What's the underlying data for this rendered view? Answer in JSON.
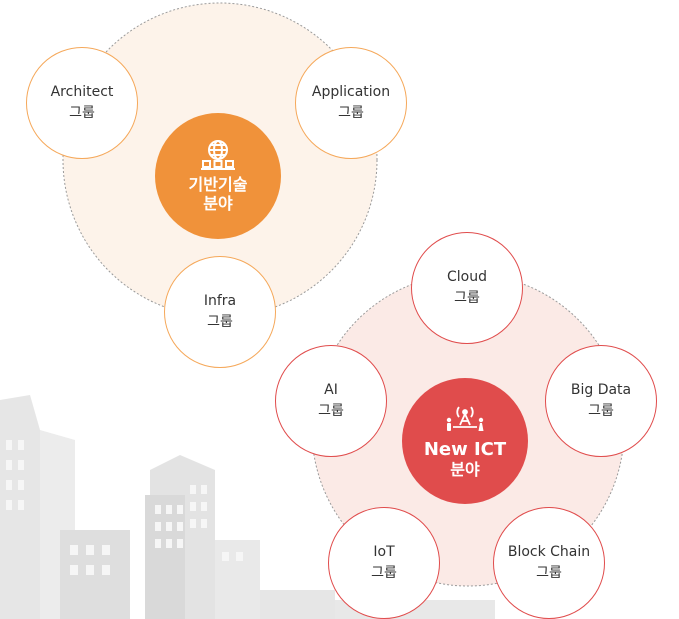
{
  "group_a": {
    "center": {
      "title_line1": "기반기술",
      "title_line2": "분야",
      "icon": "globe-network-icon"
    },
    "nodes": [
      {
        "name": "Architect",
        "suffix": "그룹"
      },
      {
        "name": "Application",
        "suffix": "그룹"
      },
      {
        "name": "Infra",
        "suffix": "그룹"
      }
    ]
  },
  "group_b": {
    "center": {
      "title_line1": "New ICT",
      "title_line2": "분야",
      "icon": "antenna-people-icon"
    },
    "nodes": [
      {
        "name": "Cloud",
        "suffix": "그룹"
      },
      {
        "name": "Big Data",
        "suffix": "그룹"
      },
      {
        "name": "AI",
        "suffix": "그룹"
      },
      {
        "name": "IoT",
        "suffix": "그룹"
      },
      {
        "name": "Block Chain",
        "suffix": "그룹"
      }
    ]
  },
  "colors": {
    "orange_accent": "#f0923a",
    "orange_border": "#f5a85a",
    "orange_area": "#fdf3ea",
    "red_accent": "#e04c4c",
    "red_area": "#fbeae6",
    "building_gray": "#e4e4e4"
  }
}
